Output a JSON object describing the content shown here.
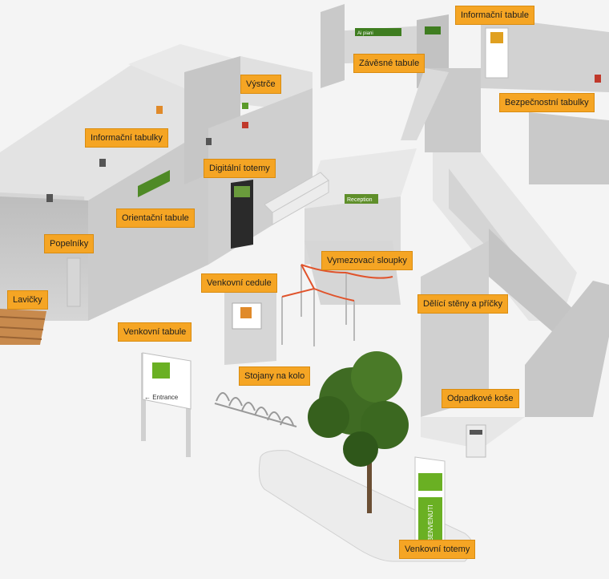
{
  "labels": [
    {
      "id": "informacni-tabule",
      "text": "Informační tabule"
    },
    {
      "id": "zavesne-tabule",
      "text": "Závěsné tabule"
    },
    {
      "id": "vystrce",
      "text": "Výstrče"
    },
    {
      "id": "bezpecnostni-tabulky",
      "text": "Bezpečnostní tabulky"
    },
    {
      "id": "informacni-tabulky",
      "text": "Informační tabulky"
    },
    {
      "id": "digitalni-totemy",
      "text": "Digitální totemy"
    },
    {
      "id": "orientacni-tabule",
      "text": "Orientační tabule"
    },
    {
      "id": "popelniky",
      "text": "Popelníky"
    },
    {
      "id": "vymezovaci-sloupky",
      "text": "Vymezovací sloupky"
    },
    {
      "id": "venkovni-cedule",
      "text": "Venkovní cedule"
    },
    {
      "id": "lavicky",
      "text": "Lavičky"
    },
    {
      "id": "delici-steny",
      "text": "Dělící stěny a příčky"
    },
    {
      "id": "venkovni-tabule",
      "text": "Venkovní tabule"
    },
    {
      "id": "stojany-na-kolo",
      "text": "Stojany na kolo"
    },
    {
      "id": "odpadkove-kose",
      "text": "Odpadkové koše"
    },
    {
      "id": "venkovni-totemy",
      "text": "Venkovní totemy"
    }
  ],
  "signs": {
    "entrance": "← Entrance",
    "reception": "Reception",
    "hanging": "Ai piani",
    "bench_label": "BENVENUTI"
  },
  "colors": {
    "label_bg": "#f5a524",
    "wall": "#cfcfcf",
    "floor": "#f4f4f4",
    "accent_green": "#6ab023",
    "rope": "#e0532b"
  }
}
